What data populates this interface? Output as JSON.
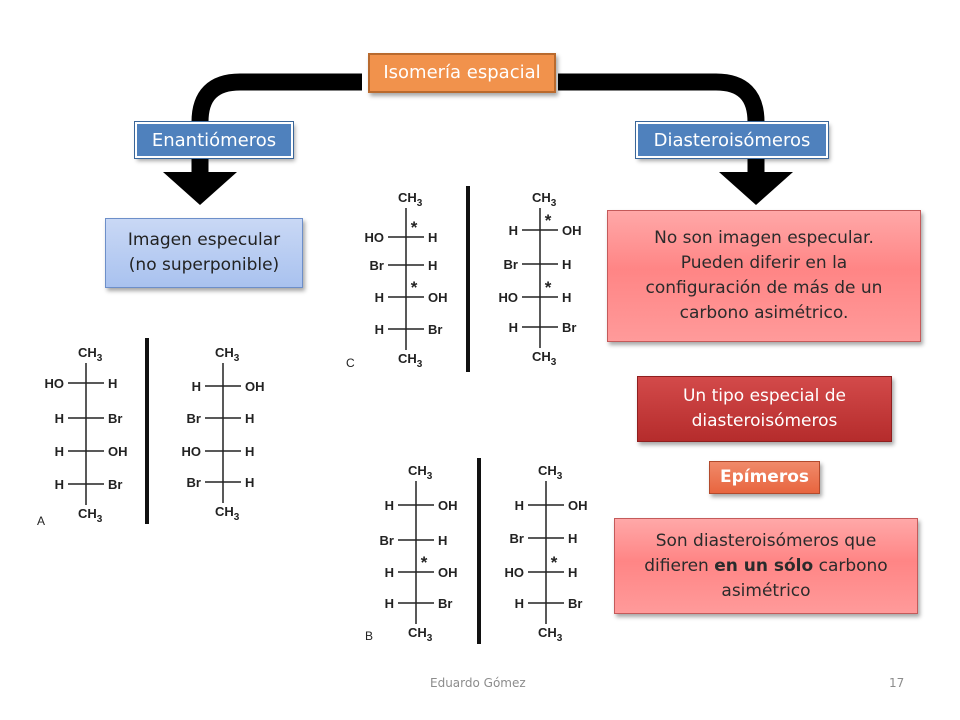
{
  "title": "Isomería espacial",
  "branches": {
    "left": "Enantiómeros",
    "right": "Diasteroisómeros"
  },
  "left_desc": {
    "line1": "Imagen especular",
    "line2": "(no superponible)"
  },
  "right_desc": {
    "line1": "No son imagen especular.",
    "line2": "Pueden diferir en la",
    "line3": "configuración de más de un",
    "line4": "carbono asimétrico."
  },
  "special": {
    "line1": "Un tipo especial de",
    "line2": "diasteroisómeros"
  },
  "epimers": "Epímeros",
  "epimer_desc": {
    "line1": "Son diasteroisómeros que",
    "line2a": "difieren ",
    "line2b": "en un sólo",
    "line2c": " carbono",
    "line3": "asimétrico"
  },
  "panel_labels": {
    "a": "A",
    "b": "B",
    "c": "C"
  },
  "molecules": {
    "A_left": {
      "top": "CH3",
      "bottom": "CH3",
      "rows": [
        [
          "HO",
          "H"
        ],
        [
          "H",
          "Br"
        ],
        [
          "H",
          "OH"
        ],
        [
          "H",
          "Br"
        ]
      ]
    },
    "A_right": {
      "top": "CH3",
      "bottom": "CH3",
      "rows": [
        [
          "H",
          "OH"
        ],
        [
          "Br",
          "H"
        ],
        [
          "HO",
          "H"
        ],
        [
          "Br",
          "H"
        ]
      ]
    },
    "C_left": {
      "top": "CH3",
      "bottom": "CH3",
      "rows": [
        [
          "HO",
          "H"
        ],
        [
          "Br",
          "H"
        ],
        [
          "H",
          "OH"
        ],
        [
          "H",
          "Br"
        ]
      ]
    },
    "C_right": {
      "top": "CH3",
      "bottom": "CH3",
      "rows": [
        [
          "H",
          "OH"
        ],
        [
          "Br",
          "H"
        ],
        [
          "HO",
          "H"
        ],
        [
          "H",
          "Br"
        ]
      ]
    },
    "B_left": {
      "top": "CH3",
      "bottom": "CH3",
      "rows": [
        [
          "H",
          "OH"
        ],
        [
          "Br",
          "H"
        ],
        [
          "H",
          "OH"
        ],
        [
          "H",
          "Br"
        ]
      ]
    },
    "B_right": {
      "top": "CH3",
      "bottom": "CH3",
      "rows": [
        [
          "H",
          "OH"
        ],
        [
          "Br",
          "H"
        ],
        [
          "HO",
          "H"
        ],
        [
          "H",
          "Br"
        ]
      ]
    }
  },
  "asterisk": "*",
  "footer": {
    "author": "Eduardo Gómez",
    "page": "17"
  }
}
